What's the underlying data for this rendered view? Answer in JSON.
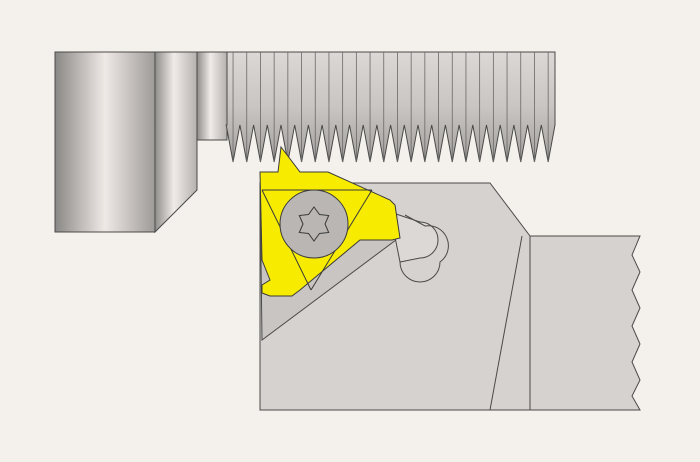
{
  "colors": {
    "background": "#f4f1ec",
    "insert": "#f7ec00",
    "holder": "#d6d2cf",
    "bolt_light": "#efe9e6",
    "bolt_dark": "#8a8886",
    "outline": "#4a4a4a"
  },
  "parts": [
    "threaded-workpiece",
    "threading-insert",
    "insert-holder",
    "insert-clamp-screw"
  ]
}
